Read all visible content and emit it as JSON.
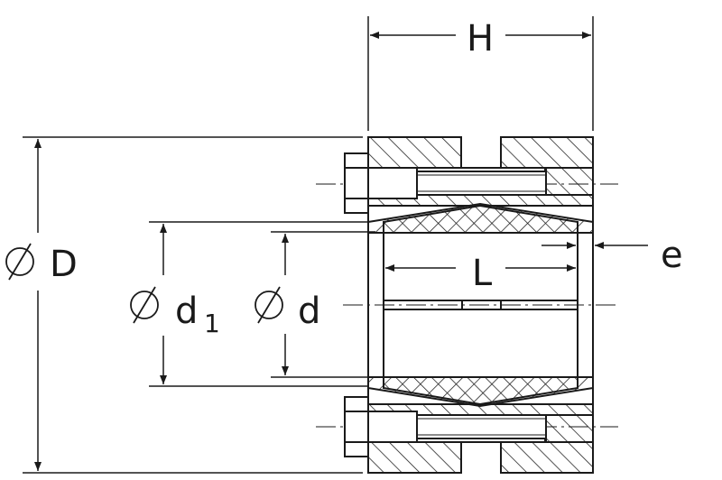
{
  "drawing": {
    "type": "technical-cross-section",
    "stroke_color": "#1a1a1a",
    "hatch_color": "#1a1a1a",
    "background": "#ffffff"
  },
  "labels": {
    "H": "H",
    "D": "D",
    "d1_main": "d",
    "d1_sub": "1",
    "d": "d",
    "L": "L",
    "e": "e"
  },
  "symbols": {
    "diameter": "diameter-symbol"
  }
}
